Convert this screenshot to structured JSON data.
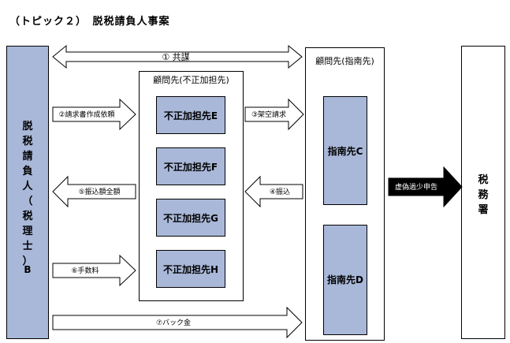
{
  "title": "（トピック２）　脱税請負人事案",
  "boxes": {
    "left_actor": {
      "chars": [
        "脱",
        "税",
        "請",
        "負",
        "人",
        "（",
        "税",
        "理",
        "士",
        "）"
      ],
      "suffix": "B"
    },
    "intermediary_group": {
      "header": "顧問先(不正加担先)",
      "items": [
        "不正加担先E",
        "不正加担先F",
        "不正加担先G",
        "不正加担先H"
      ]
    },
    "client_group": {
      "header": "顧問先(指南先)",
      "items": [
        "指南先C",
        "指南先D"
      ]
    },
    "tax_office": {
      "chars": [
        "税",
        "務",
        "署"
      ]
    }
  },
  "arrows": {
    "conspiracy": "① 共謀",
    "invoice_request": "②請求書作成依頼",
    "fake_billing": "③架空請求",
    "transfer_to_f": "④振込",
    "transfer_full": "⑤振込額全額",
    "fee": "⑥手数料",
    "kickback": "⑦バック金",
    "false_report": "虚偽過少申告"
  }
}
